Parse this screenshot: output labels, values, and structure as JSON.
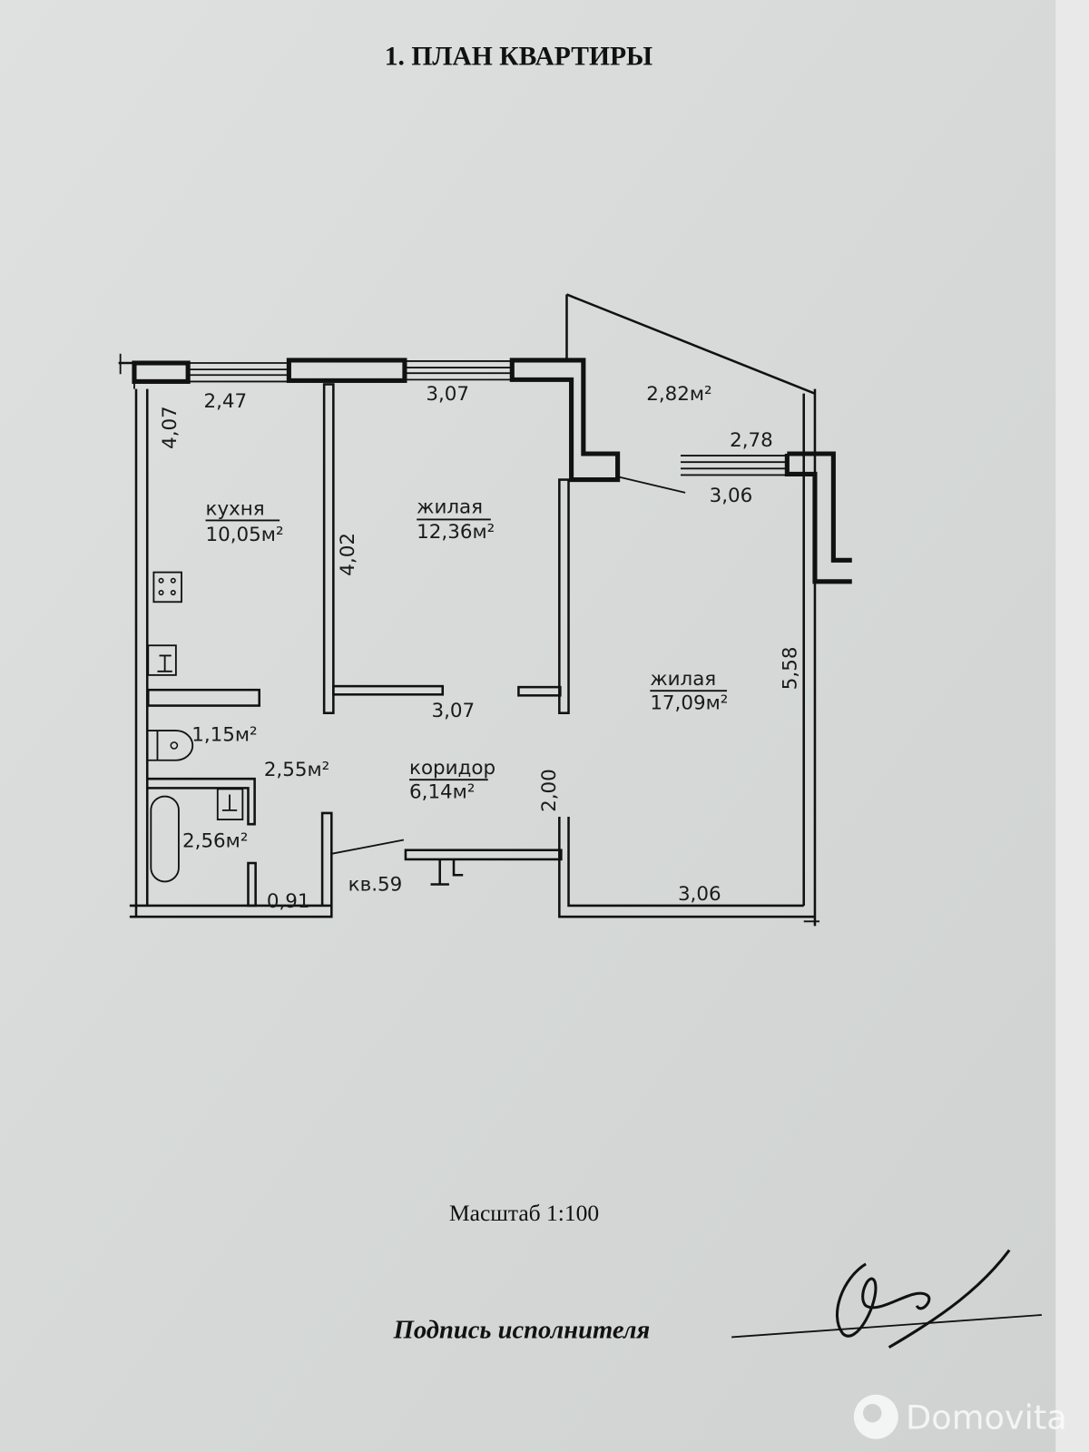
{
  "document": {
    "title": "1. ПЛАН КВАРТИРЫ",
    "scale": "Масштаб 1:100",
    "signature_label": "Подпись исполнителя"
  },
  "plan": {
    "rooms": {
      "kitchen_name": "кухня",
      "kitchen_area": "10,05м²",
      "living1_name": "жилая",
      "living1_area": "12,36м²",
      "living2_name": "жилая",
      "living2_area": "17,09м²",
      "corridor_name": "коридор",
      "corridor_area": "6,14м²",
      "balcony_area": "2,82м²",
      "wc_area": "1,15м²",
      "washroom_area": "2,55м²",
      "bathroom_area": "2,56м²"
    },
    "dimensions": {
      "kitchen_width": "2,47",
      "kitchen_length": "4,07",
      "living1_width_top": "3,07",
      "living1_length": "4,02",
      "living1_width_bottom": "3,07",
      "balcony_width": "2,78",
      "living2_width_top": "3,06",
      "living2_length": "5,58",
      "living2_width_bottom": "3,06",
      "corridor_width": "2,00",
      "bath_door": "0,91"
    },
    "apartment_label": "кв.59"
  },
  "watermark": {
    "brand": "Domovita"
  }
}
